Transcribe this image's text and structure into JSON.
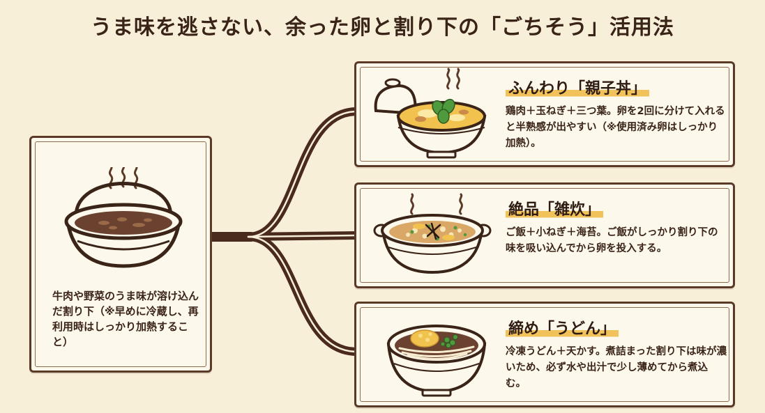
{
  "title": "うま味を逃さない、余った卵と割り下の「ごちそう」活用法",
  "source": {
    "description": "牛肉や野菜のうま味が溶け込んだ割り下（※早めに冷蔵し、再利用時はしっかり加熱すること）",
    "icon": "sukiyaki-pot-icon"
  },
  "recipes": [
    {
      "title": "ふんわり「親子丼」",
      "description": "鶏肉＋玉ねぎ＋三つ葉。卵を2回に分けて入れると半熟感が出やすい（※使用済み卵はしっかり加熱）。",
      "icon": "oyakodon-bowl-icon"
    },
    {
      "title": "絶品「雑炊」",
      "description": "ご飯＋小ねぎ＋海苔。ご飯がしっかり割り下の味を吸い込んでから卵を投入する。",
      "icon": "zosui-bowl-icon"
    },
    {
      "title": "締め「うどん」",
      "description": "冷凍うどん＋天かす。煮詰まった割り下は味が濃いため、必ず水や出汁で少し薄めてから煮込む。",
      "icon": "udon-bowl-icon"
    }
  ],
  "colors": {
    "background": "#f8efd9",
    "card": "#fdf8ec",
    "border": "#5a3a26",
    "highlight": "#f1c15a",
    "broth": "#6b4230",
    "egg": "#f2c24f",
    "herb": "#4f9a3c"
  }
}
